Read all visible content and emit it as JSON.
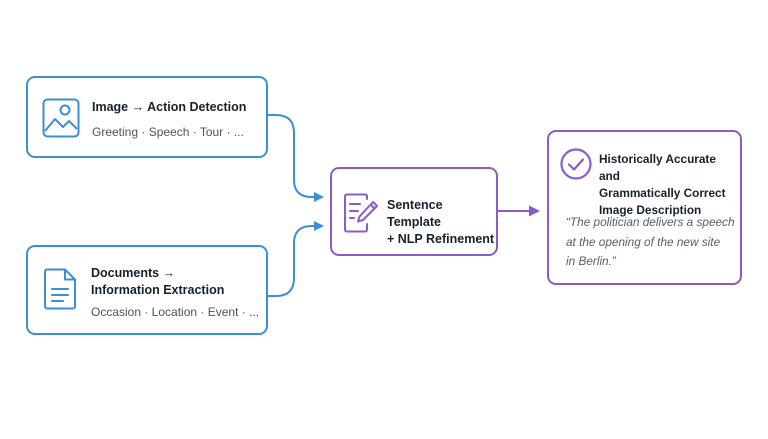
{
  "colors": {
    "input_accent": "#3b8fd6",
    "process_accent": "#8c5cc4"
  },
  "boxes": {
    "image": {
      "icon": "image-icon",
      "title": "Image → Action Detection",
      "subtitle": "Greeting · Speech · Tour · ..."
    },
    "documents": {
      "icon": "document-icon",
      "title_line1": "Documents →",
      "title_line2": "Information Extraction",
      "subtitle": "Occasion · Location · Event · ..."
    },
    "template": {
      "icon": "edit-icon",
      "title_line1": "Sentence Template",
      "title_line2": "+ NLP Refinement"
    },
    "output": {
      "icon": "check-circle-icon",
      "title_line1": "Historically Accurate and",
      "title_line2": "Grammatically Correct",
      "title_line3": "Image Description",
      "quote_line1": "“The politician delivers a speech",
      "quote_line2": "at the opening of the new site",
      "quote_line3": "in Berlin.”"
    }
  }
}
